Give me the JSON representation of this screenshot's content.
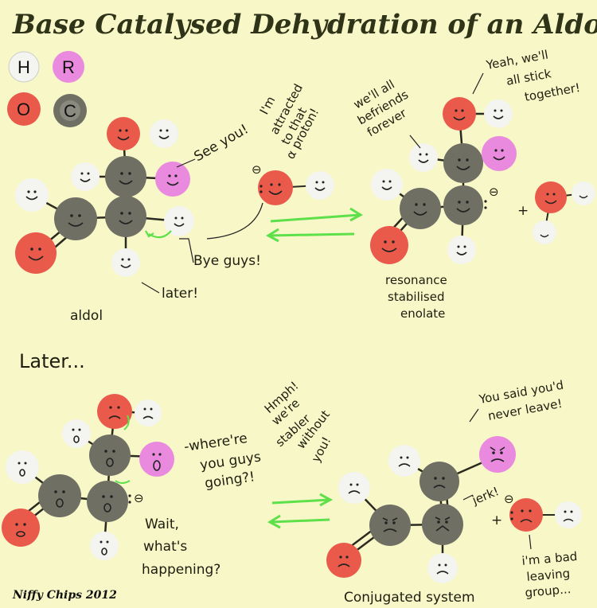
{
  "title": "Base Catalysed Dehydration of an Aldol",
  "legend": {
    "hydrogen": "H",
    "r_group": "R",
    "oxygen": "O",
    "carbon": "C"
  },
  "colors": {
    "background": "#f7f7c8",
    "title": "#2f3317",
    "hydrogen": "#f4f4f0",
    "r_group": "#e98adf",
    "oxygen": "#ea5a4a",
    "carbon": "#6f6f64",
    "arrow": "#5ee04a",
    "outline": "#2a2a20"
  },
  "top_section": {
    "speech_see_you": "See you!",
    "speech_attracted": [
      "I'm",
      "attracted",
      "to that",
      "α proton!"
    ],
    "speech_bye_guys": "Bye guys!",
    "speech_later": "later!",
    "label_aldol": "aldol",
    "speech_befriends": [
      "we'll all",
      "befriends",
      "forever"
    ],
    "speech_stick": [
      "Yeah, we'll",
      "all stick",
      "together!"
    ],
    "label_enolate": [
      "resonance",
      "stabilised",
      "enolate"
    ],
    "charge_minus": "⊖",
    "plus_sign": "+"
  },
  "bottom_section": {
    "heading_later": "Later...",
    "speech_hmph": [
      "Hmph!",
      "we're",
      "stabler",
      "without",
      "you!"
    ],
    "speech_where": [
      "-where're",
      "you guys",
      "going?!"
    ],
    "speech_wait": [
      "Wait,",
      "what's",
      "happening?"
    ],
    "speech_never_leave": [
      "You said you'd",
      "never leave!"
    ],
    "speech_jerk": "jerk!",
    "speech_bad_group": [
      "i'm a bad",
      "leaving",
      "group..."
    ],
    "label_conjugated": "Conjugated system",
    "charge_minus": "⊖",
    "plus_sign": "+"
  },
  "signature": "Niffy Chips 2012"
}
